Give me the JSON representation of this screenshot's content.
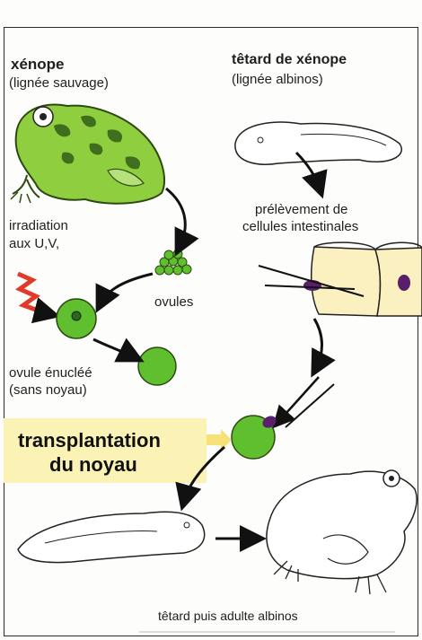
{
  "labels": {
    "xenope_title": "xénope",
    "xenope_sub": "(lignée sauvage)",
    "tetard_title": "têtard de xénope",
    "tetard_sub": "(lignée albinos)",
    "irradiation_line1": "irradiation",
    "irradiation_line2": "aux U,V,",
    "prelevement_line1": "prélèvement de",
    "prelevement_line2": "cellules intestinales",
    "ovules": "ovules",
    "ovule_enucleee_line1": "ovule énucléé",
    "ovule_enucleee_line2": "(sans noyau)",
    "transplantation_line1": "transplantation",
    "transplantation_line2": "du noyau",
    "final_caption": "têtard puis adulte albinos"
  },
  "colors": {
    "frog_green": "#8fcf3f",
    "egg_green": "#5fbf2f",
    "nucleus_purple": "#5a1f6a",
    "uv_red": "#e23a2a",
    "highlight_yellow": "#fbf3b6",
    "cell_yellow": "#fbf0c0"
  }
}
